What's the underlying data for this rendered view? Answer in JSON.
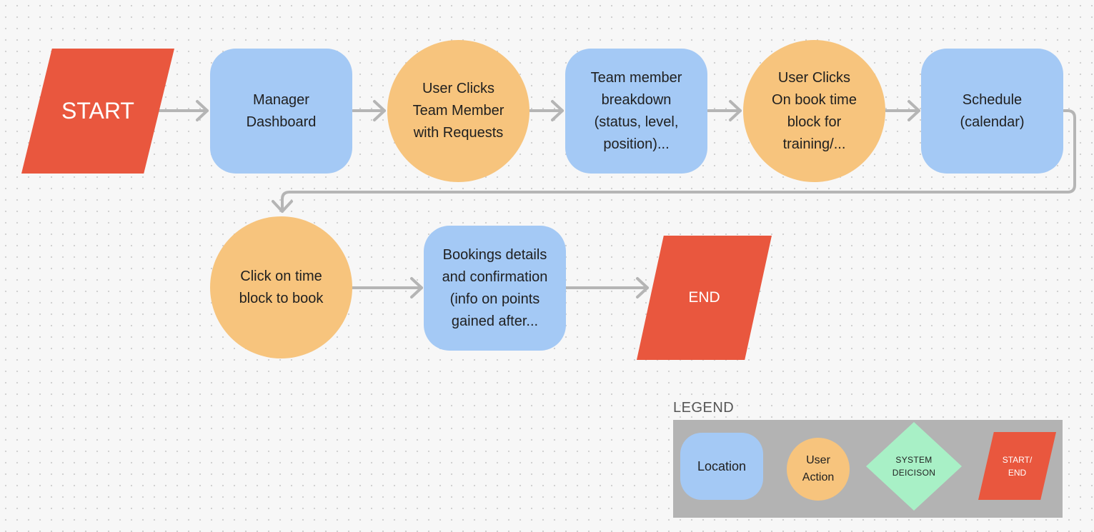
{
  "flow": {
    "start": "START",
    "manager_dashboard": "Manager\nDashboard",
    "user_clicks_team_member": "User Clicks\nTeam Member\nwith Requests",
    "team_member_breakdown": "Team member\nbreakdown\n(status, level,\nposition)...",
    "user_clicks_book_time": "User Clicks\nOn book time\nblock for\ntraining/...",
    "schedule": "Schedule\n(calendar)",
    "click_time_block": "Click on time\nblock to book",
    "bookings_details": "Bookings details\nand confirmation\n(info on points\ngained after...",
    "end": "END"
  },
  "legend": {
    "title": "LEGEND",
    "location": "Location",
    "user_action": "User\nAction",
    "system_decision": "SYSTEM\nDEICISON",
    "start_end": "START/\nEND"
  },
  "colors": {
    "location": "#a4c9f5",
    "user_action": "#f7c47d",
    "system_decision": "#a8f0c6",
    "start_end": "#e9573e",
    "connector": "#b5b5b5",
    "legend_background": "#b3b3b3"
  }
}
